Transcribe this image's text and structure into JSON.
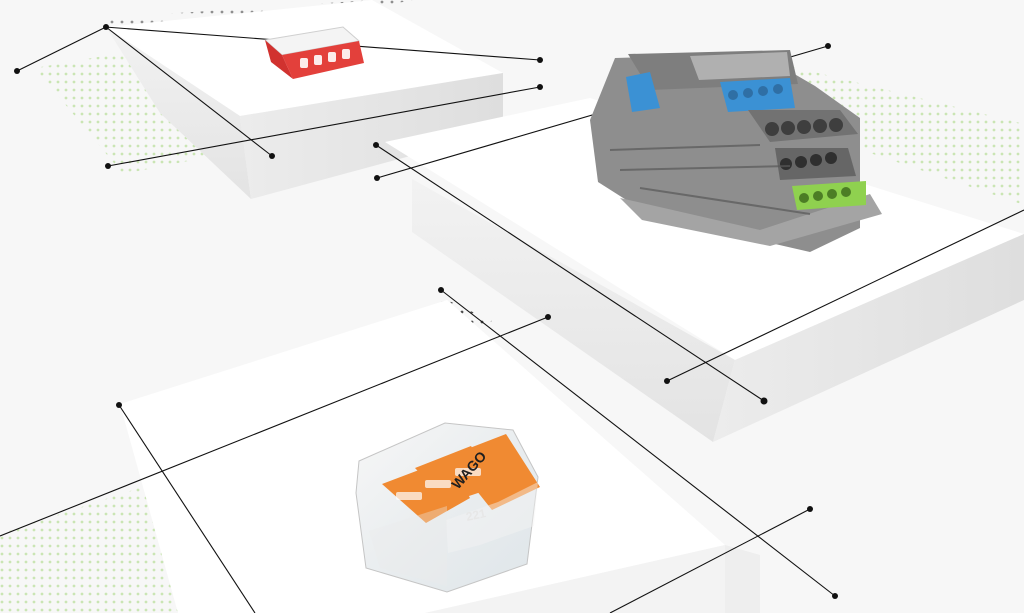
{
  "scene": {
    "colors": {
      "background": "#f7f7f7",
      "platform_top": "#ffffff",
      "platform_side": "#eeeeee",
      "line": "#111111",
      "green_pattern": "#d7efc2",
      "red_connector": "#e3403b",
      "orange_connector": "#f08a32",
      "gray_terminal": "#8f8f8f",
      "blue_terminal": "#3b91d4",
      "green_terminal": "#8fd14f"
    },
    "printed_text": {
      "brand": "WAGO",
      "model": "221"
    },
    "objects": [
      "top-left-white-platform",
      "right-white-platform",
      "bottom-center-white-platform",
      "red-compact-connector",
      "gray-terminal-block-assembly",
      "orange-lever-connector"
    ]
  }
}
